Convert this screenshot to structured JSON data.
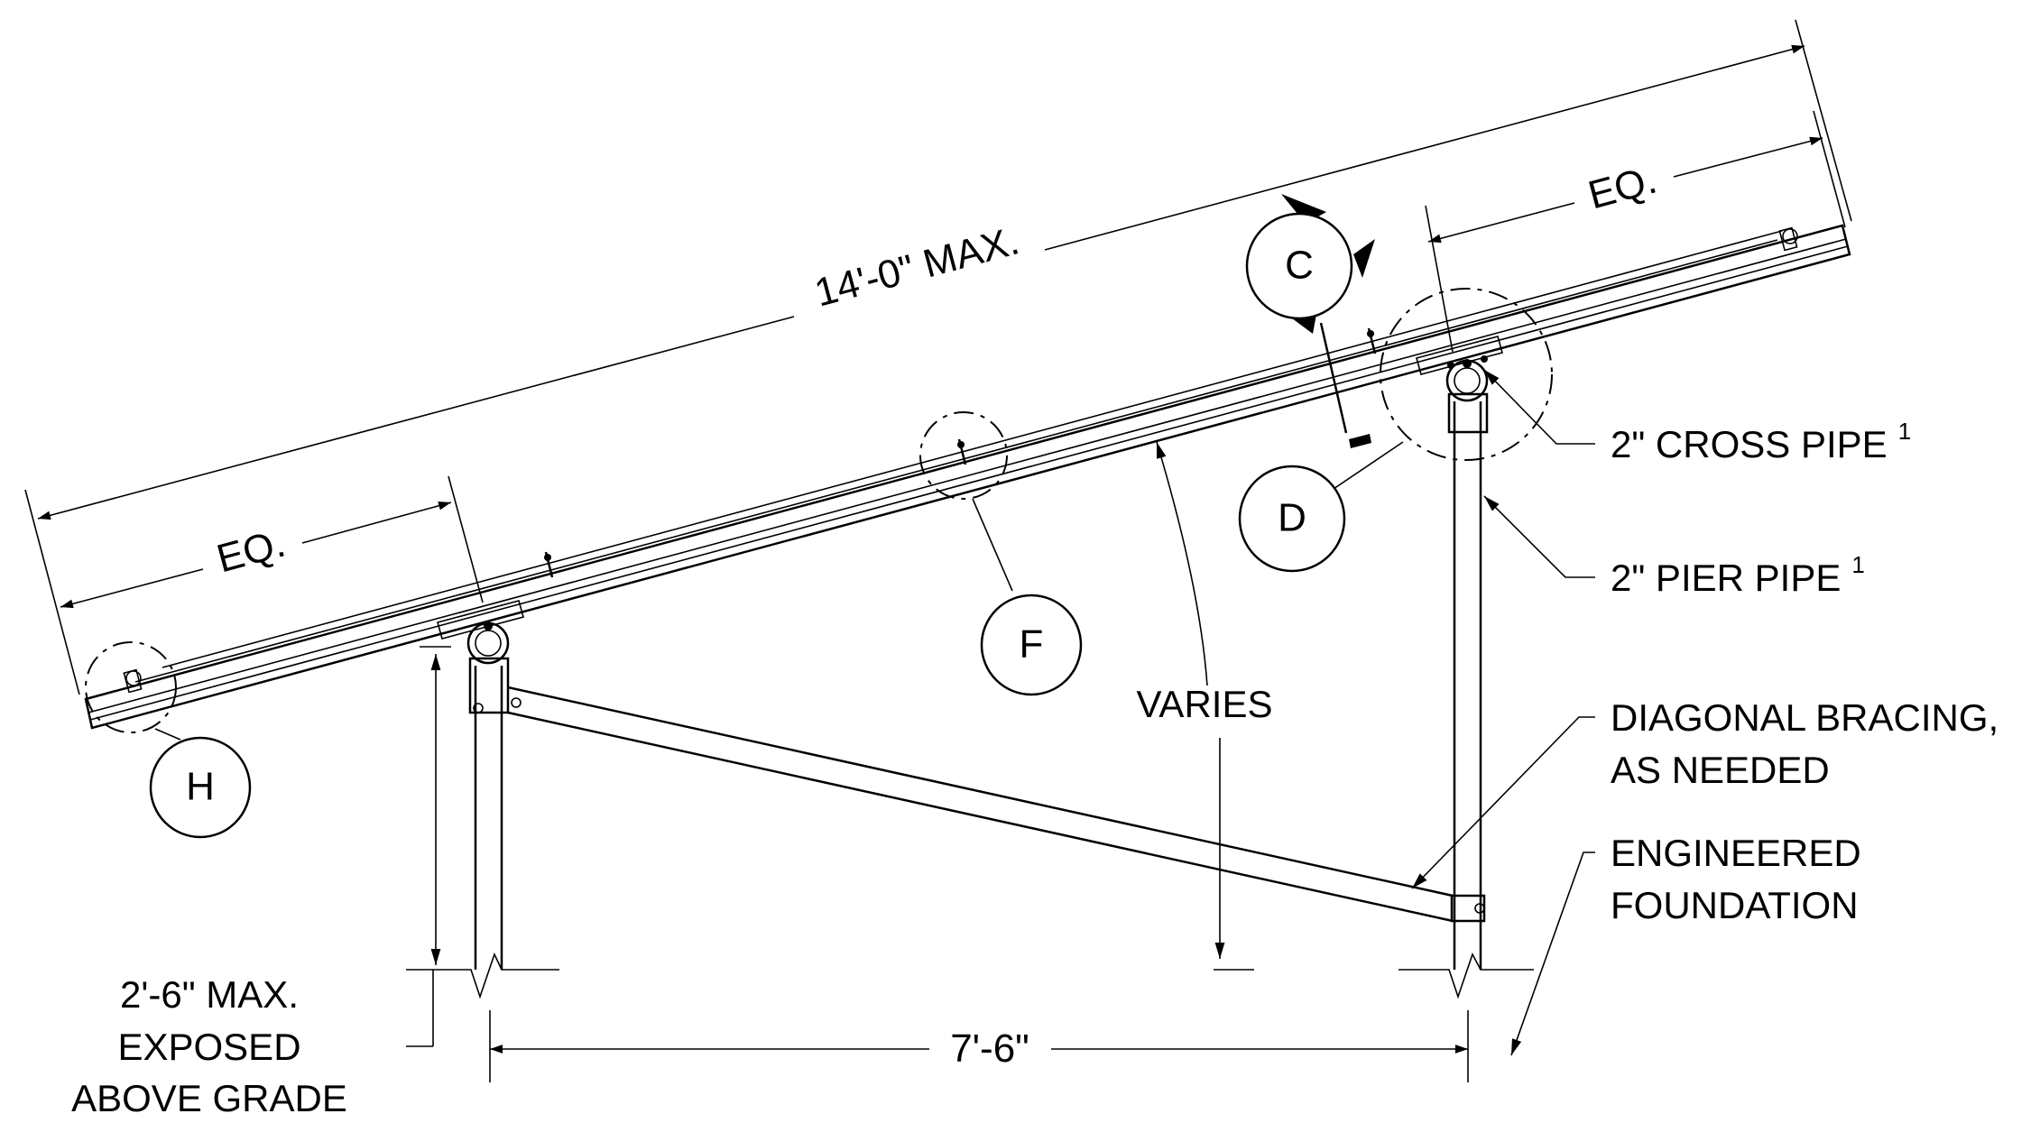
{
  "dimensions": {
    "overall_length": "14'-0\" MAX.",
    "equal_left": "EQ.",
    "equal_right": "EQ.",
    "pier_spacing": "7'-6\"",
    "tilt": "VARIES",
    "exposed_line1": "2'-6\" MAX.",
    "exposed_line2": "EXPOSED",
    "exposed_line3": "ABOVE GRADE"
  },
  "callouts": {
    "cross_pipe": "2\" CROSS PIPE",
    "cross_pipe_note": "1",
    "pier_pipe": "2\" PIER PIPE",
    "pier_pipe_note": "1",
    "bracing_line1": "DIAGONAL BRACING,",
    "bracing_line2": "AS NEEDED",
    "foundation_line1": "ENGINEERED",
    "foundation_line2": "FOUNDATION"
  },
  "details": {
    "c": "C",
    "d": "D",
    "f": "F",
    "h": "H"
  }
}
